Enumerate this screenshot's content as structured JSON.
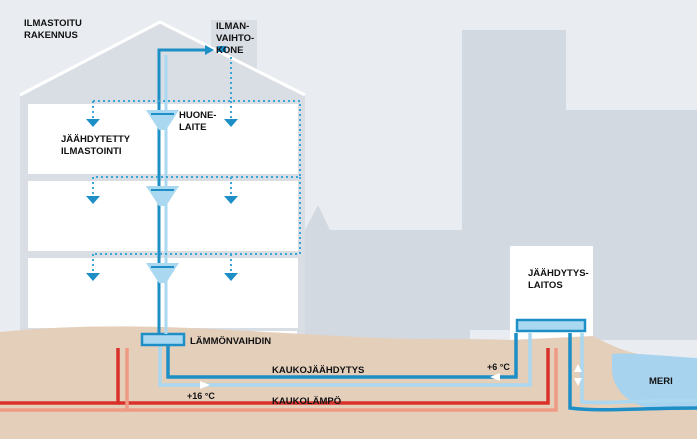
{
  "labels": {
    "building": "ILMASTOITU\nRAKENNUS",
    "ventilation_unit": "ILMAN-\nVAIHTO-\nKONE",
    "room_unit": "HUONE-\nLAITE",
    "cooled_air": "JÄÄHDYTETTY\nILMASTOINTI",
    "heat_exchanger": "LÄMMÖNVAIHDIN",
    "cooling_plant": "JÄÄHDYTYS-\nLAITOS",
    "district_cooling": "KAUKOJÄÄHDYTYS",
    "district_heating": "KAUKOLÄMPÖ",
    "temp_supply": "+6 °C",
    "temp_return": "+16 °C",
    "sea": "MERI"
  },
  "colors": {
    "sky": "#e9ecf0",
    "city_silhouette": "#d3d9e1",
    "building_fill": "#d9dee4",
    "building_interior": "#ffffff",
    "ground": "#e4cfbb",
    "sea": "#a7d3ee",
    "cooling_pipe_dark": "#1e8fc6",
    "cooling_pipe_light": "#a9d8f0",
    "air_duct": "#3aa6d8",
    "heating_red": "#d8312a",
    "heating_salmon": "#ef9a84"
  }
}
